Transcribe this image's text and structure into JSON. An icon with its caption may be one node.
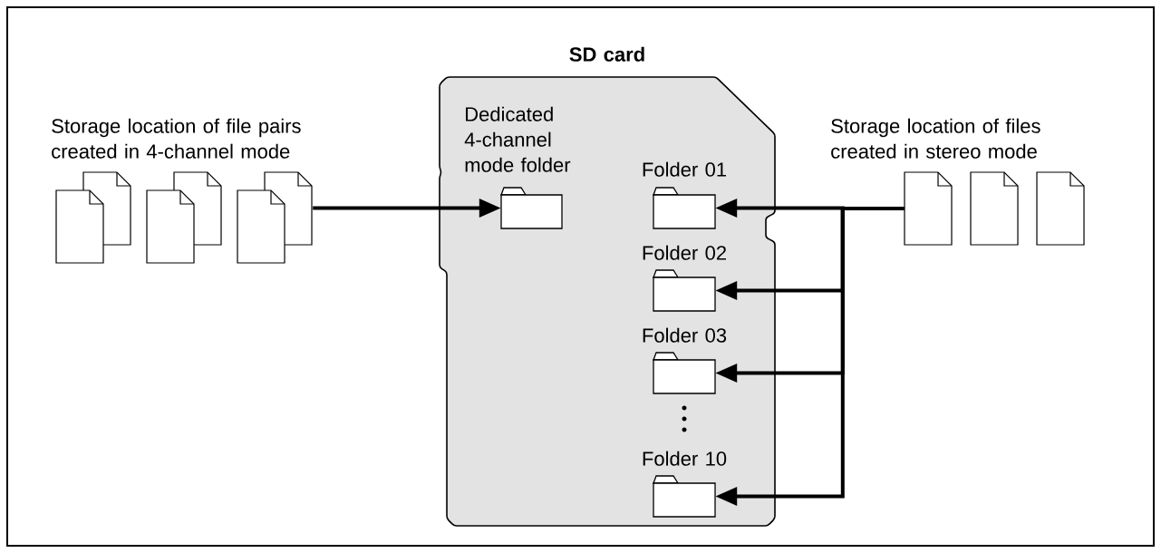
{
  "diagram": {
    "nodes": [
      {
        "text": [
          "SD card"
        ]
      },
      {
        "text": [
          "Storage location of file pairs created in 4-channel mode"
        ]
      },
      {
        "text": [
          "Dedicated 4-channel mode folder"
        ],
        "in": 0
      },
      {
        "text": [
          "Folder 01"
        ],
        "in": 0
      },
      {
        "text": [
          "Folder 02"
        ],
        "in": 0
      },
      {
        "text": [
          "Folder 03"
        ],
        "in": 0
      },
      {
        "text": [
          "Folder 10"
        ],
        "in": 0
      },
      {
        "text": [
          "Storage location of files created in stereo mode"
        ]
      }
    ],
    "edges": [
      {
        "from": 1,
        "to": 2,
        "arrow": "to"
      },
      {
        "from": 7,
        "to": 3,
        "arrow": "to"
      },
      {
        "from": 7,
        "to": 4,
        "arrow": "to"
      },
      {
        "from": 7,
        "to": 5,
        "arrow": "to"
      },
      {
        "from": 7,
        "to": 6,
        "arrow": "to"
      }
    ]
  }
}
